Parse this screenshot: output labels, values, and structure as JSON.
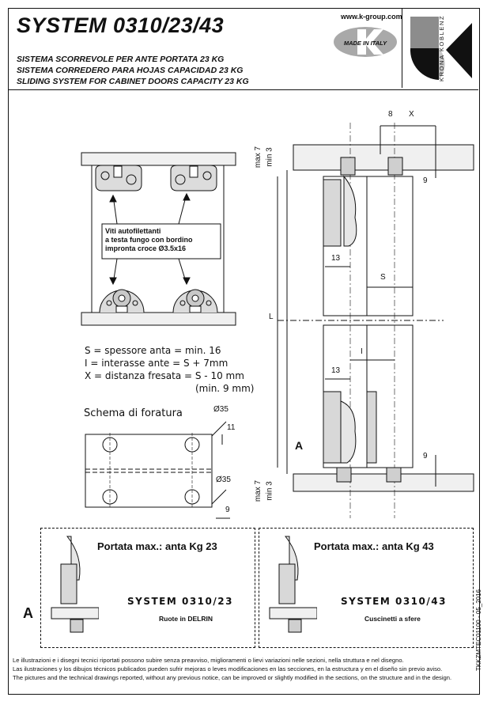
{
  "header": {
    "title": "SYSTEM 0310/23/43",
    "subtitle_it": "SISTEMA SCORREVOLE PER ANTE PORTATA 23 KG",
    "subtitle_es": "SISTEMA CORREDERO PARA HOJAS CAPACIDAD 23 KG",
    "subtitle_en": "SLIDING SYSTEM FOR CABINET DOORS CAPACITY 23 KG",
    "url": "www.k-group.com",
    "badge": "MADE IN ITALY",
    "logo_text": "KRONA KOBLENZ"
  },
  "drawing": {
    "screw_note": [
      "Viti autofilettanti",
      "a testa fungo con bordino",
      "impronta croce Ø3.5x16"
    ],
    "formulas": {
      "s": "S = spessore anta = min. 16",
      "i": "I = interasse ante = S + 7mm",
      "x": "X = distanza fresata = S - 10 mm",
      "x_min": "(min. 9 mm)"
    },
    "schema_title": "Schema di foratura",
    "dims": {
      "d35_top": "Ø35",
      "d35_bottom": "Ø35",
      "eleven": "11",
      "nine_left": "9",
      "eight": "8",
      "x": "X",
      "nine_top": "9",
      "nine_bottom": "9",
      "thirteen_top": "13",
      "thirteen_mid": "13",
      "s": "S",
      "i": "I",
      "l": "L",
      "max7_top": "max 7",
      "min3_top": "min 3",
      "max7_bottom": "max 7",
      "min3_bottom": "min 3",
      "a": "A"
    }
  },
  "options": [
    {
      "capacity": "Portata max.: anta Kg 23",
      "system": "SYSTEM 0310/23",
      "wheels": "Ruote in DELRIN"
    },
    {
      "capacity": "Portata max.: anta Kg 43",
      "system": "SYSTEM 0310/43",
      "wheels": "Cuscinetti a sfere"
    }
  ],
  "options_label": "A",
  "doc_ref": "TKKZMTEC01100 - 05_2016",
  "footer": {
    "it": "Le illustrazioni e i disegni tecnici riportati possono subire senza preavviso, miglioramenti o lievi variazioni nelle sezioni, nella struttura e nel disegno.",
    "es": "Las ilustraciones y los dibujos técnicos publicados pueden sufrir mejoras o leves modificaciones en las secciones, en la estructura y en el diseño sin previo aviso.",
    "en": "The pictures and the technical drawings reported, without any previous notice, can be improved or slightly modified in the sections, on the structure and in the design."
  }
}
